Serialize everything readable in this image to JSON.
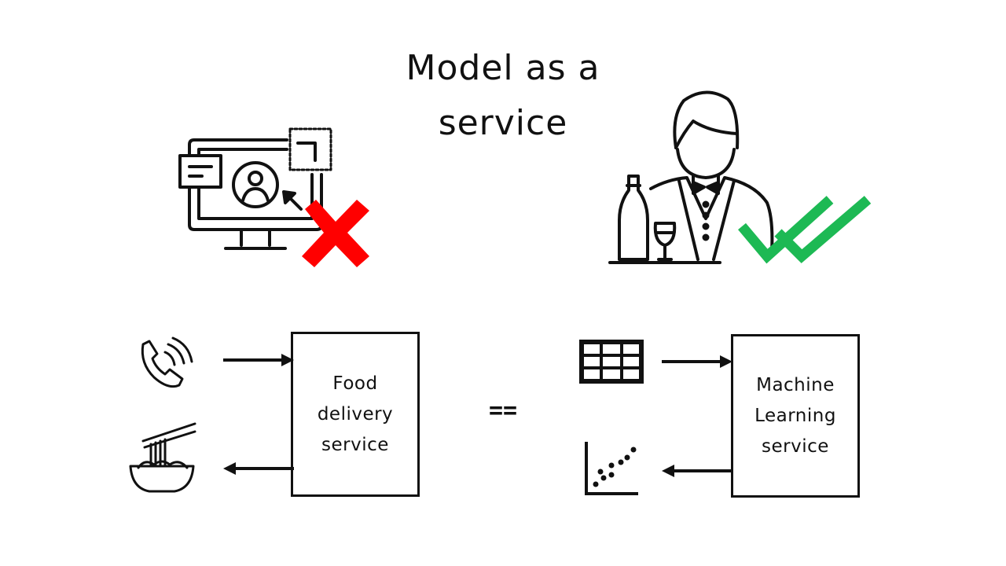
{
  "title": {
    "line1": "Model as a",
    "line2": "service"
  },
  "left_box": {
    "line1": "Food",
    "line2": "delivery",
    "line3": "service"
  },
  "right_box": {
    "line1": "Machine",
    "line2": "Learning",
    "line3": "service"
  },
  "equals_sign": "==",
  "colors": {
    "cross": "#ff0000",
    "check": "#1db954",
    "ink": "#111111"
  }
}
